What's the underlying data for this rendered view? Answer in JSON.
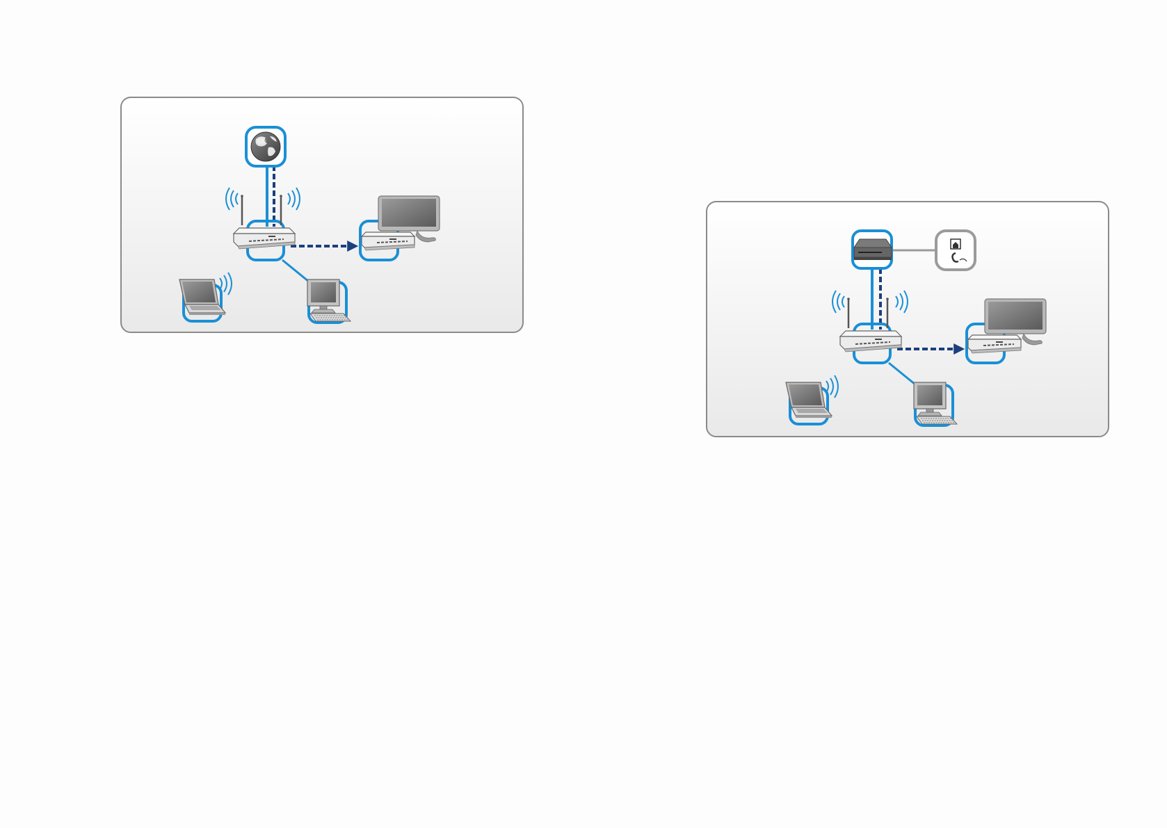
{
  "diagrams": [
    {
      "id": "internet-setup",
      "nodes": [
        {
          "role": "internet",
          "icon": "globe-icon"
        },
        {
          "role": "wireless-router",
          "icon": "wireless-router-icon"
        },
        {
          "role": "media-bridge",
          "icon": "media-bridge-icon"
        },
        {
          "role": "tv",
          "icon": "tv-icon"
        },
        {
          "role": "laptop",
          "icon": "laptop-icon"
        },
        {
          "role": "desktop",
          "icon": "desktop-computer-icon"
        }
      ]
    },
    {
      "id": "modem-setup",
      "nodes": [
        {
          "role": "modem",
          "icon": "modem-icon"
        },
        {
          "role": "phone-wall-jack",
          "icon": "phone-jack-icon"
        },
        {
          "role": "wireless-router",
          "icon": "wireless-router-icon"
        },
        {
          "role": "media-bridge",
          "icon": "media-bridge-icon"
        },
        {
          "role": "tv",
          "icon": "tv-icon"
        },
        {
          "role": "laptop",
          "icon": "laptop-icon"
        },
        {
          "role": "desktop",
          "icon": "desktop-computer-icon"
        }
      ]
    }
  ],
  "colors": {
    "accent_blue": "#1a8fd6",
    "dashed_navy": "#1c3f7e",
    "jack_gray": "#9b9b9b",
    "panel_border": "#8a8a8a",
    "device_light": "#ededed",
    "device_dark": "#666666"
  }
}
